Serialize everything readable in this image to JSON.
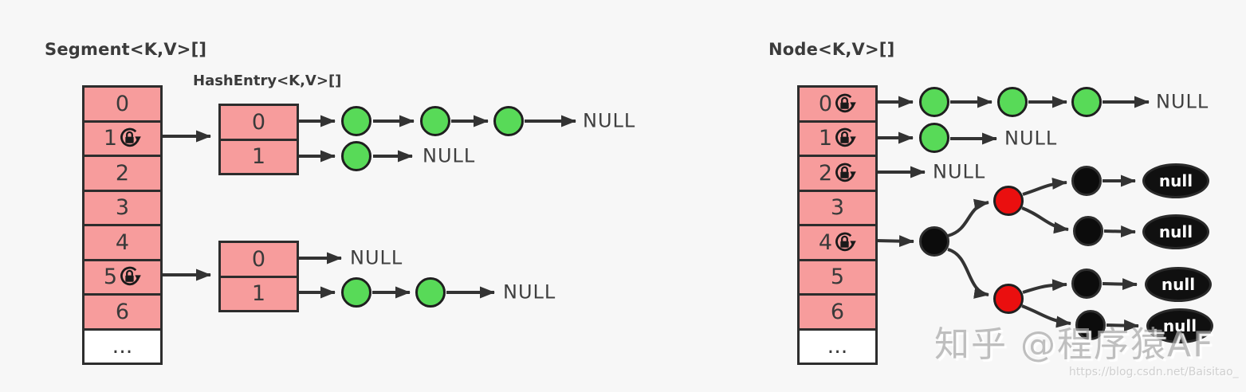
{
  "colors": {
    "background": "#f7f7f7",
    "cell_pink": "#f79c9c",
    "node_green": "#58da58",
    "node_red": "#ea0f0f",
    "node_black": "#0c0c0c",
    "line": "#333333"
  },
  "left_diagram": {
    "title": "Segment<K,V>[]",
    "hashentry_label": "HashEntry<K,V>[]",
    "segment_cells": [
      {
        "label": "0",
        "lock": false
      },
      {
        "label": "1",
        "lock": true
      },
      {
        "label": "2",
        "lock": false
      },
      {
        "label": "3",
        "lock": false
      },
      {
        "label": "4",
        "lock": false
      },
      {
        "label": "5",
        "lock": true
      },
      {
        "label": "6",
        "lock": false
      },
      {
        "label": "...",
        "lock": false
      }
    ],
    "hashentry_top_cells": [
      {
        "label": "0"
      },
      {
        "label": "1"
      }
    ],
    "hashentry_bottom_cells": [
      {
        "label": "0"
      },
      {
        "label": "1"
      }
    ],
    "chains": {
      "top_cell0_green_nodes": 3,
      "top_cell1_green_nodes": 1,
      "bottom_cell0_green_nodes": 0,
      "bottom_cell1_green_nodes": 2
    },
    "null_label": "NULL"
  },
  "right_diagram": {
    "title": "Node<K,V>[]",
    "node_cells": [
      {
        "label": "0",
        "lock": true
      },
      {
        "label": "1",
        "lock": true
      },
      {
        "label": "2",
        "lock": true
      },
      {
        "label": "3",
        "lock": false
      },
      {
        "label": "4",
        "lock": true
      },
      {
        "label": "5",
        "lock": false
      },
      {
        "label": "6",
        "lock": false
      },
      {
        "label": "...",
        "lock": false
      }
    ],
    "chains": {
      "row0_green_nodes": 3,
      "row1_green_nodes": 1,
      "row2_green_nodes": 0
    },
    "tree": {
      "root_color": "black",
      "branch_colors": [
        "red",
        "red"
      ],
      "leaf_color": "black",
      "leaf_count": 4
    },
    "null_label": "NULL",
    "tree_null_label": "null"
  },
  "watermark": {
    "site_text": "知乎 @程序猿AF",
    "url_text": "https://blog.csdn.net/Baisitao_"
  },
  "icons": {
    "lock": "lock-with-circular-arrow-icon"
  }
}
